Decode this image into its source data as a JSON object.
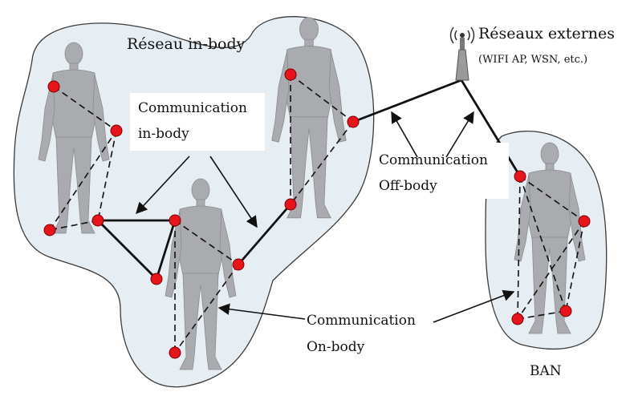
{
  "labels": {
    "in_body_network": "Réseau in-body",
    "external_networks": "Réseaux externes",
    "external_examples": "(WIFI AP, WSN, etc.)",
    "comm_in_body_line1": "Communication",
    "comm_in_body_line2": "in-body",
    "comm_off_body_line1": "Communication",
    "comm_off_body_line2": "Off-body",
    "comm_on_body_line1": "Communication",
    "comm_on_body_line2": "On-body",
    "ban": "BAN"
  },
  "colors": {
    "blob_fill": "#e6eef4",
    "blob_stroke": "#3a3a3a",
    "node": "#e8141c",
    "node_stroke": "#7a0000",
    "figure": "#a9abae",
    "link": "#111111"
  },
  "icons": {
    "antenna": "wifi-antenna-icon",
    "figure": "human-figure-icon"
  }
}
